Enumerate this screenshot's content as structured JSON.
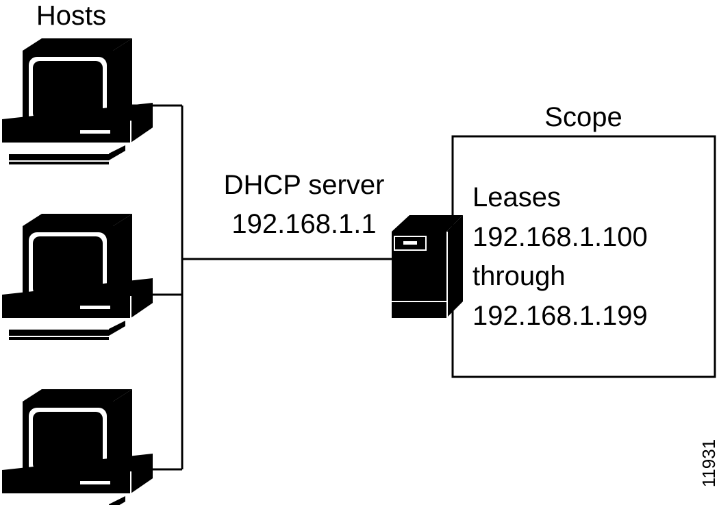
{
  "hosts_label": "Hosts",
  "server": {
    "name": "DHCP server",
    "address": "192.168.1.1"
  },
  "scope": {
    "title": "Scope",
    "lines": [
      "Leases",
      "192.168.1.100",
      "through",
      "192.168.1.199"
    ]
  },
  "figure_number": "11931",
  "icons": {
    "host": "desktop-computer-icon",
    "server": "tower-server-icon"
  }
}
